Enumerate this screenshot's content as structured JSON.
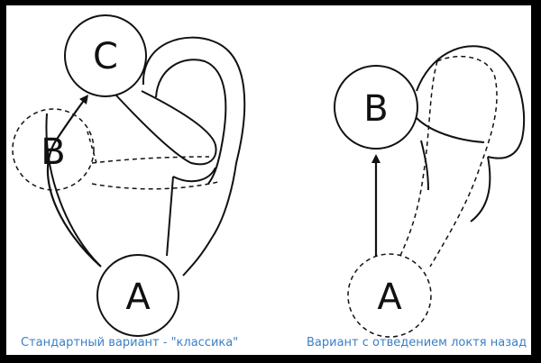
{
  "colors": {
    "caption": "#3b7fc4",
    "stroke": "#111111",
    "border": "#000000"
  },
  "left_panel": {
    "label_c": "C",
    "label_b": "B",
    "label_a": "A",
    "caption": "Стандартный вариант - \"классика\""
  },
  "right_panel": {
    "label_b": "B",
    "label_a": "A",
    "caption": "Вариант с отведением локтя назад"
  }
}
